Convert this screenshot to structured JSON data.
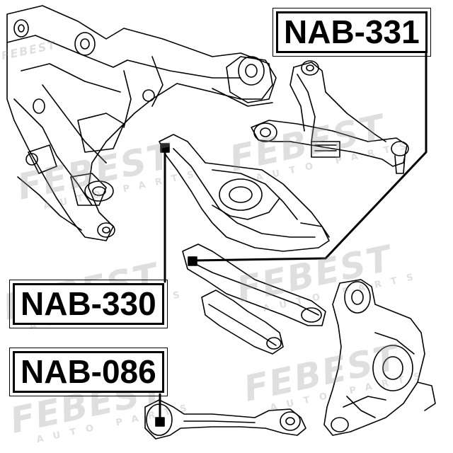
{
  "labels": {
    "nab331": "NAB-331",
    "nab330": "NAB-330",
    "nab086": "NAB-086"
  },
  "watermark": {
    "brand": "FEBEST",
    "sub": "AUTO PARTS"
  },
  "colors": {
    "line": "#000000",
    "watermark": "#969696"
  }
}
